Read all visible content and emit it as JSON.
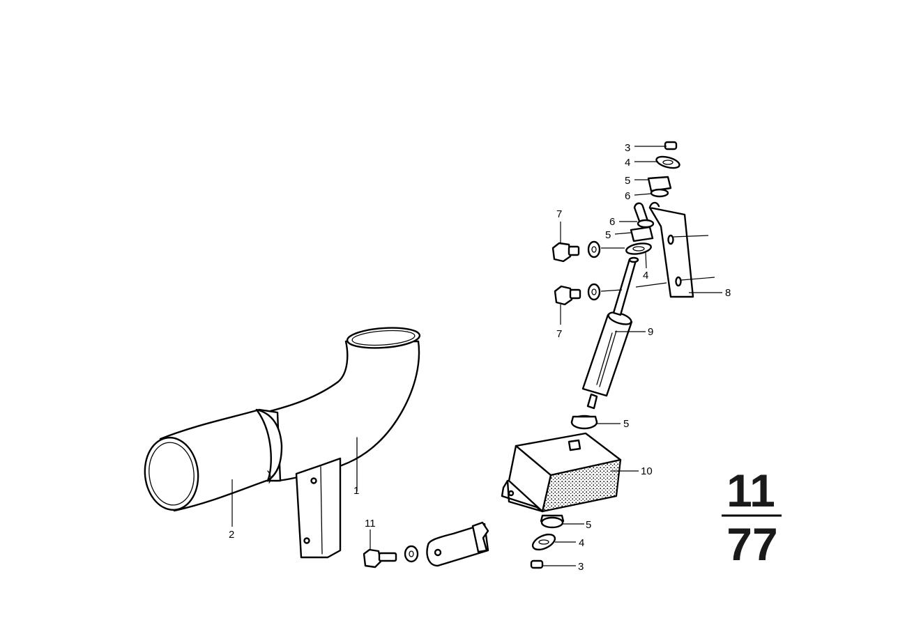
{
  "callouts": {
    "c1": "1",
    "c2": "2",
    "c3a": "3",
    "c4a": "4",
    "c5a": "5",
    "c6a": "6",
    "c7a": "7",
    "c6b": "6",
    "c5b": "5",
    "c4b": "4",
    "c7b": "7",
    "c8": "8",
    "c9": "9",
    "c5c": "5",
    "c10": "10",
    "c5d": "5",
    "c4c": "4",
    "c3b": "3",
    "c11": "11"
  },
  "page_number": {
    "group": "11",
    "page": "77"
  }
}
